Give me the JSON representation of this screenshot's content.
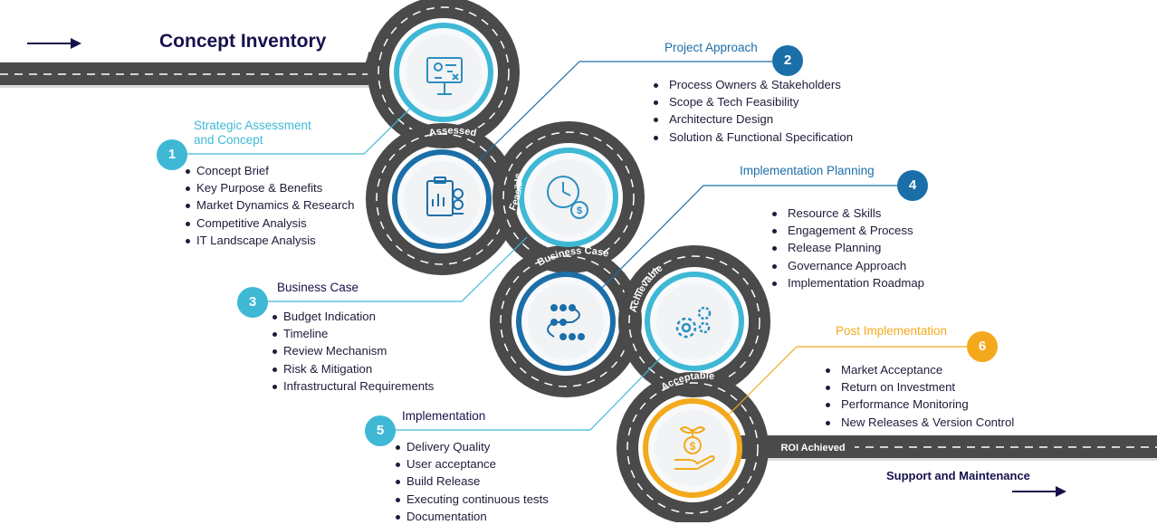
{
  "title": "Concept Inventory",
  "road_labels": {
    "assessed": "Assessed",
    "feasible": "Feasible",
    "business_case": "Business Case",
    "achievable": "Achievable",
    "acceptable": "Acceptable",
    "roi": "ROI Achieved"
  },
  "end_label": "Support and Maintenance",
  "colors": {
    "road": "#4a4a4a",
    "cyan": "#3fb8d6",
    "blue": "#1b6fa8",
    "orange": "#f4a91d",
    "navy": "#16114d"
  },
  "icons": [
    "presentation-board-icon",
    "clipboard-chart-icon",
    "clock-dollar-icon",
    "workflow-icon",
    "gears-icon",
    "money-plant-hand-icon"
  ],
  "steps": [
    {
      "number": "1",
      "title": "Strategic Assessment and Concept",
      "title_line1": "Strategic Assessment",
      "title_line2": "and Concept",
      "items": [
        "Concept Brief",
        "Key Purpose & Benefits",
        "Market Dynamics & Research",
        "Competitive Analysis",
        "IT Landscape Analysis"
      ]
    },
    {
      "number": "2",
      "title": "Project Approach",
      "items": [
        "Process Owners & Stakeholders",
        "Scope & Tech Feasibility",
        "Architecture Design",
        "Solution & Functional Specification"
      ]
    },
    {
      "number": "3",
      "title": "Business Case",
      "items": [
        "Budget Indication",
        "Timeline",
        "Review Mechanism",
        "Risk & Mitigation",
        "Infrastructural Requirements"
      ]
    },
    {
      "number": "4",
      "title": "Implementation Planning",
      "items": [
        "Resource & Skills",
        "Engagement & Process",
        "Release Planning",
        "Governance Approach",
        "Implementation Roadmap"
      ]
    },
    {
      "number": "5",
      "title": "Implementation",
      "items": [
        "Delivery Quality",
        "User acceptance",
        "Build Release",
        "Executing continuous tests",
        "Documentation"
      ]
    },
    {
      "number": "6",
      "title": "Post Implementation",
      "items": [
        "Market Acceptance",
        "Return on Investment",
        "Performance Monitoring",
        "New Releases & Version Control"
      ]
    }
  ]
}
